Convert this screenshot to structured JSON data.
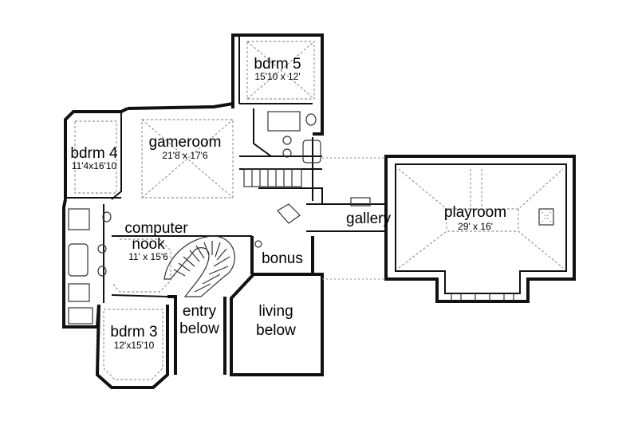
{
  "rooms": {
    "bdrm5": {
      "name": "bdrm 5",
      "dims": "15'10 x 12'"
    },
    "gameroom": {
      "name": "gameroom",
      "dims": "21'8 x 17'6"
    },
    "bdrm4": {
      "name": "bdrm 4",
      "dims": "11'4x16'10"
    },
    "computer_nook": {
      "name_line1": "computer",
      "name_line2": "nook",
      "dims": "11' x 15'6"
    },
    "bonus": {
      "name": "bonus"
    },
    "gallery": {
      "name": "gallery"
    },
    "playroom": {
      "name": "playroom",
      "dims": "29' x 16'"
    },
    "entry": {
      "name_line1": "entry",
      "name_line2": "below"
    },
    "living": {
      "name_line1": "living",
      "name_line2": "below"
    },
    "bdrm3": {
      "name": "bdrm 3",
      "dims": "12'x15'10"
    }
  }
}
